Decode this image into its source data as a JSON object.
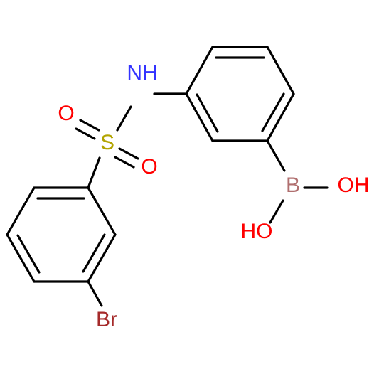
{
  "molecule": {
    "atoms": {
      "nh": {
        "text": "NH",
        "color": "#3333ff"
      },
      "s": {
        "text": "S",
        "color": "#b2a400"
      },
      "o1": {
        "text": "O",
        "color": "#ff0000"
      },
      "o2": {
        "text": "O",
        "color": "#ff0000"
      },
      "br": {
        "text": "Br",
        "color": "#a52a2a"
      },
      "b": {
        "text": "B",
        "color": "#b06f6f"
      },
      "oh1": {
        "text": "OH",
        "color": "#ff0000"
      },
      "oh2": {
        "text": "HO",
        "color": "#ff0000"
      }
    }
  }
}
